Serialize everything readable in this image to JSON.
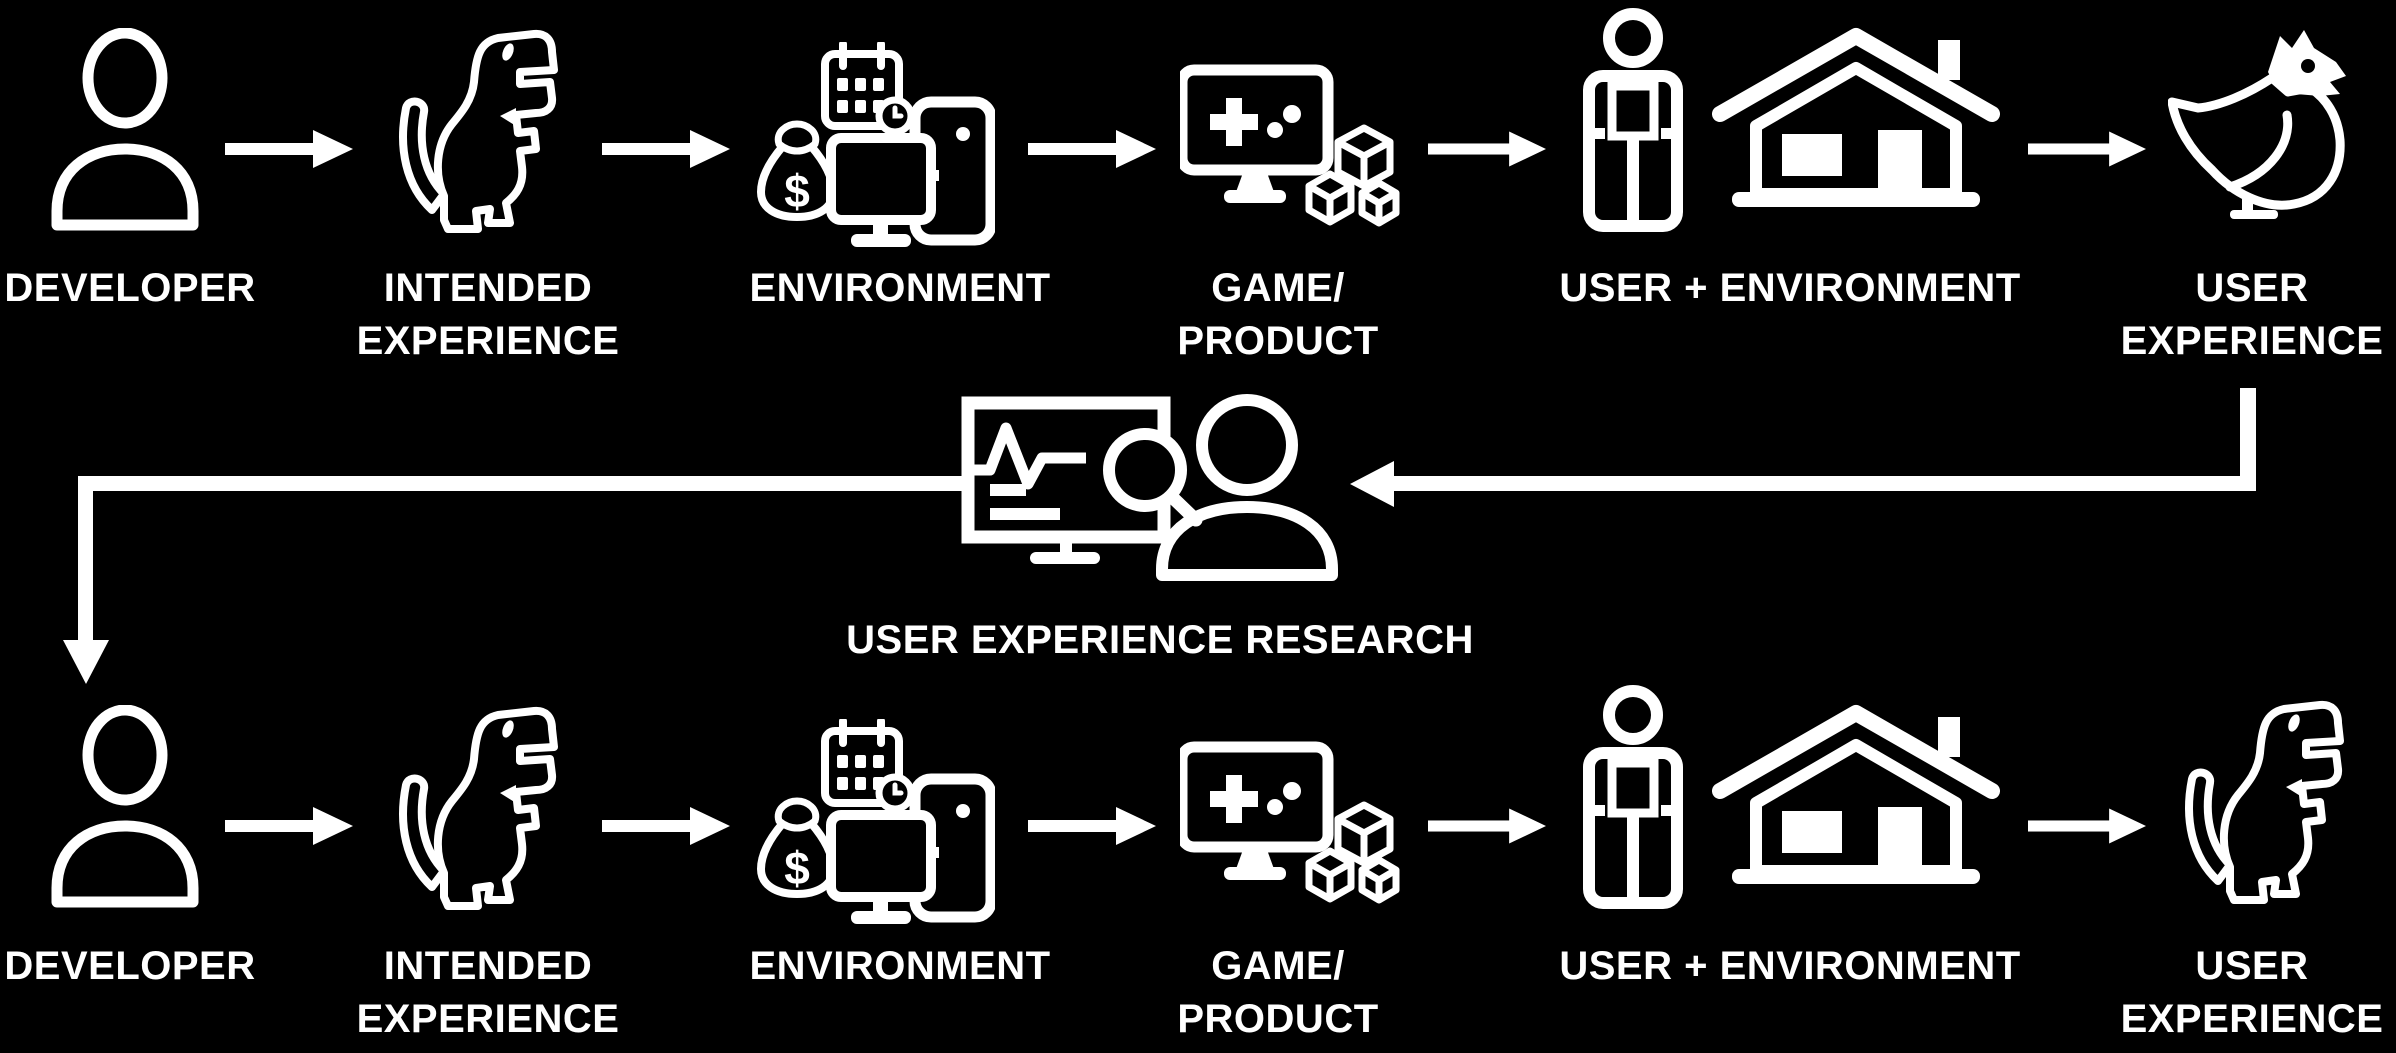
{
  "page": {
    "background_color": "#000000",
    "foreground_color": "#ffffff",
    "description_texts": {}
  },
  "flow_top": {
    "nodes": [
      {
        "icon": "person-bust-icon",
        "label_lines": [
          "DEVELOPER"
        ]
      },
      {
        "icon": "trex-icon",
        "label_lines": [
          "INTENDED",
          "EXPERIENCE"
        ]
      },
      {
        "icon": "money-calendar-computer-icon",
        "label_lines": [
          "ENVIRONMENT"
        ]
      },
      {
        "icon": "game-screen-blocks-icon",
        "label_lines": [
          "GAME/",
          "PRODUCT"
        ]
      },
      {
        "icon": "person-and-house-icon",
        "label_lines": [
          "USER + ENVIRONMENT"
        ]
      },
      {
        "icon": "chicken-icon",
        "label_lines": [
          "USER",
          "EXPERIENCE"
        ]
      }
    ]
  },
  "research": {
    "icon": "monitor-magnifier-person-icon",
    "label": "USER EXPERIENCE RESEARCH"
  },
  "flow_bottom": {
    "nodes": [
      {
        "icon": "person-bust-icon",
        "label_lines": [
          "DEVELOPER"
        ]
      },
      {
        "icon": "trex-icon",
        "label_lines": [
          "INTENDED",
          "EXPERIENCE"
        ]
      },
      {
        "icon": "money-calendar-computer-icon",
        "label_lines": [
          "ENVIRONMENT"
        ]
      },
      {
        "icon": "game-screen-blocks-icon",
        "label_lines": [
          "GAME/",
          "PRODUCT"
        ]
      },
      {
        "icon": "person-and-house-icon",
        "label_lines": [
          "USER + ENVIRONMENT"
        ]
      },
      {
        "icon": "trex-icon",
        "label_lines": [
          "USER",
          "EXPERIENCE"
        ]
      }
    ]
  }
}
